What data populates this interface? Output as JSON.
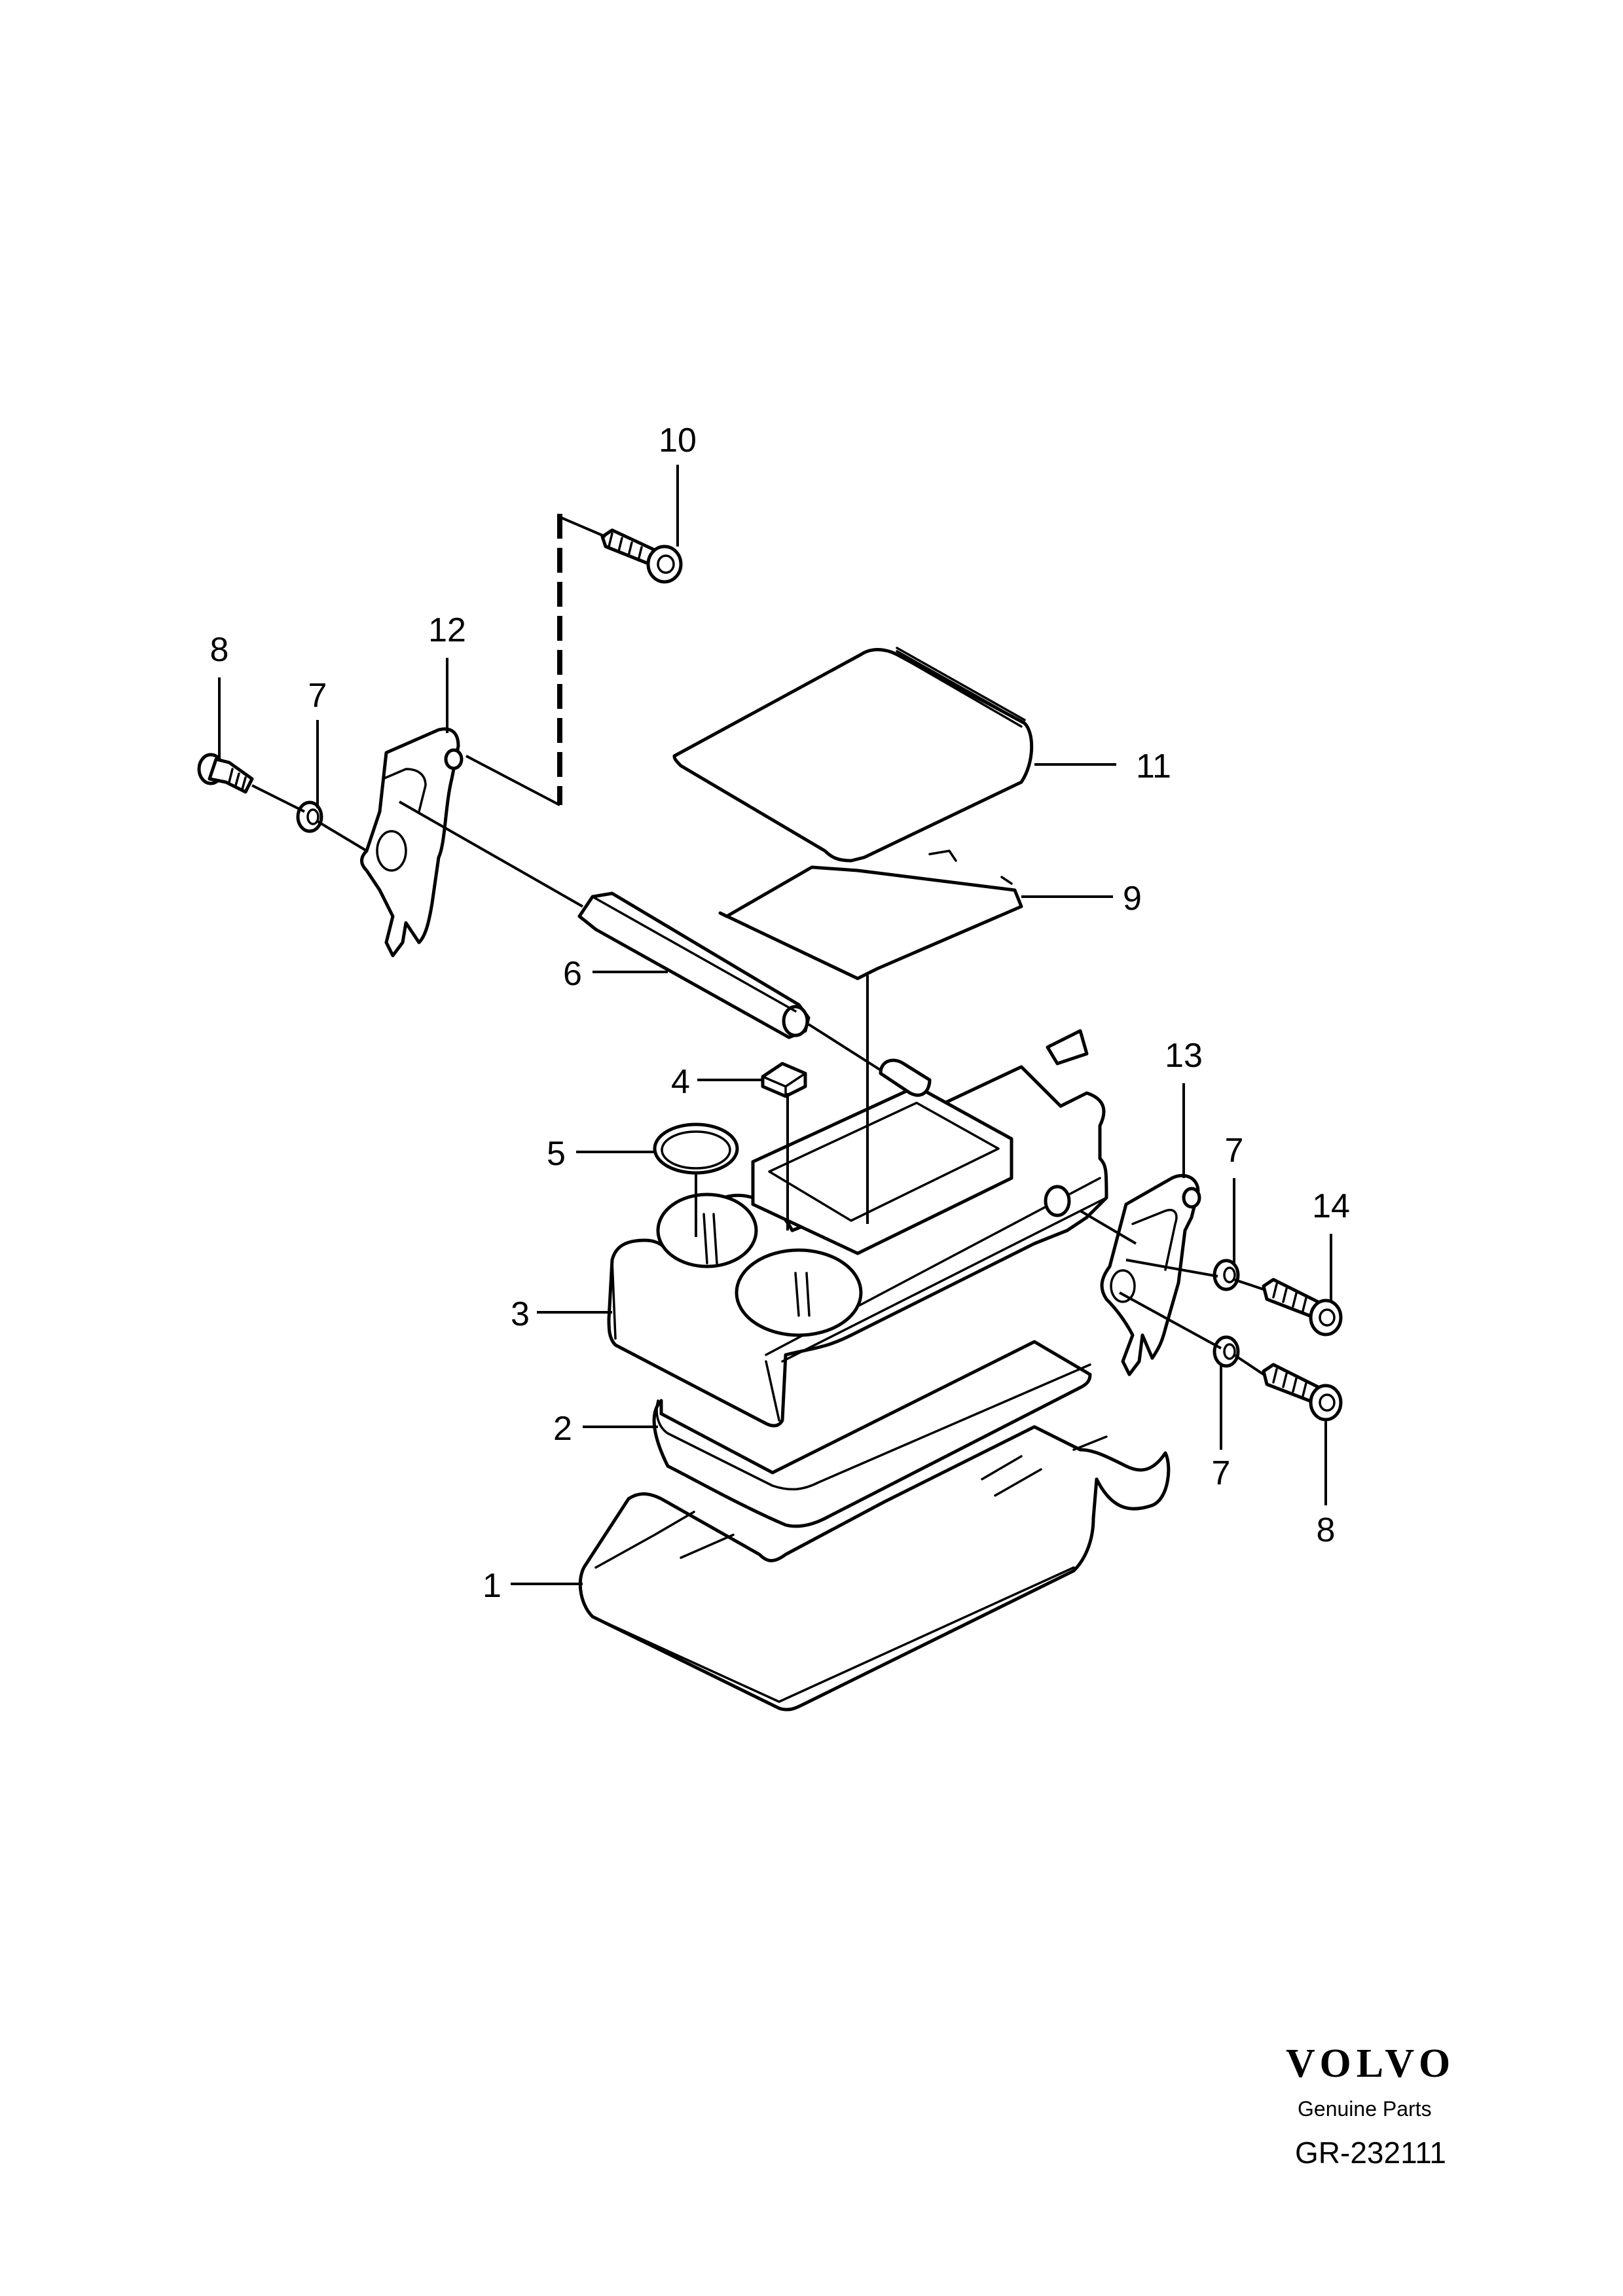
{
  "diagram": {
    "callouts": [
      "1",
      "2",
      "3",
      "4",
      "5",
      "6",
      "7",
      "8",
      "9",
      "10",
      "11",
      "12",
      "13",
      "14"
    ],
    "callouts_repeated": {
      "seven_b": "7",
      "seven_c": "7",
      "eight_b": "8"
    }
  },
  "footer": {
    "brand": "VOLVO",
    "subtitle": "Genuine Parts",
    "code": "GR-232111"
  }
}
